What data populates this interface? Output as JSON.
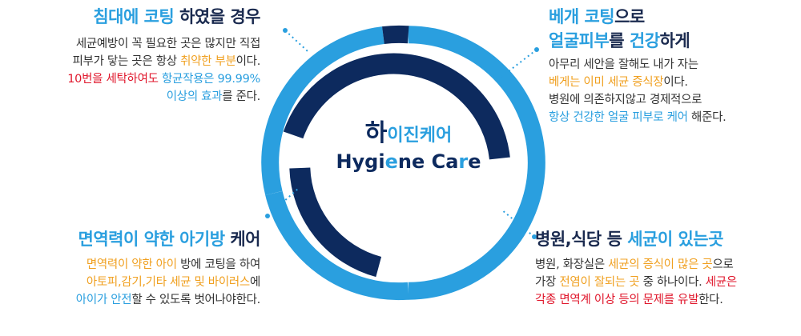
{
  "center": {
    "ko": [
      "하",
      "이진",
      "케어"
    ],
    "en": [
      "Hygi",
      "e",
      "ne Ca",
      "r",
      "e"
    ]
  },
  "colors": {
    "blue": "#2a9fdf",
    "navy": "#0d2a5e",
    "orange": "#f0a020",
    "red": "#e0162b"
  },
  "top_left": {
    "title": [
      "침대에 코팅",
      " 하였을 경우"
    ],
    "lines": [
      [
        "세균예방이 꼭 필요한 곳은 많지만 직접"
      ],
      [
        "피부가 닿는 곳은 항상 ",
        "취약한 부분",
        "이다."
      ],
      [
        "10번을 세탁하여도",
        " 항균작용은 99.99%"
      ],
      [
        "이상의 효과",
        "를 준다."
      ]
    ]
  },
  "top_right": {
    "title1": [
      "베개 코팅",
      "으로"
    ],
    "title2": [
      "얼굴피부",
      "를 ",
      "건강",
      "하게"
    ],
    "lines": [
      [
        "아무리 세안을 잘해도 내가 자는"
      ],
      [
        "베게는 이미 세균 증식장",
        "이다."
      ],
      [
        "병원에 의존하지않고 경제적으로"
      ],
      [
        "항상 건강한 얼굴 피부로 케어",
        " 해준다."
      ]
    ]
  },
  "bottom_left": {
    "title": [
      "면역력이 약한 아기방",
      " 케어"
    ],
    "lines": [
      [
        "면역력이 약한 아이",
        " 방에 코팅을 하여"
      ],
      [
        "아토피,감기,기타 세균 및 바이러스",
        "에"
      ],
      [
        "아이가 안전",
        "할 수 있도록 벗어나야한다."
      ]
    ]
  },
  "bottom_right": {
    "title": [
      "병원,식당 등 ",
      "세균이 있는곳"
    ],
    "lines": [
      [
        "병원, 화장실은 ",
        "세균의 증식이 많은 곳",
        "으로"
      ],
      [
        "가장 ",
        "전염이 잘되는 곳",
        " 중 하나이다. ",
        "세균은"
      ],
      [
        "각종 면역계 이상 등의 문제를 유발",
        "한다."
      ]
    ]
  }
}
